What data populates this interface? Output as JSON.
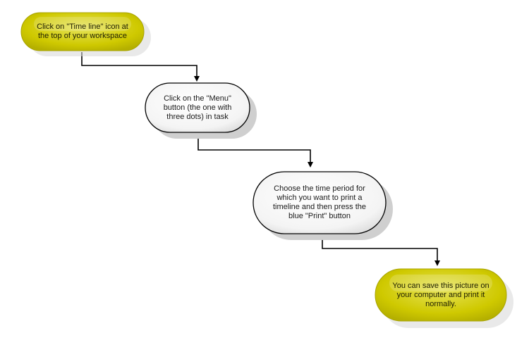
{
  "diagram": {
    "steps": [
      {
        "id": "step-1",
        "text": "Click on \"Time line\" icon at\nthe top of your workspace",
        "style": "yellow"
      },
      {
        "id": "step-2",
        "text": "Click on the \"Menu\"\nbutton (the one with\nthree dots) in task",
        "style": "white"
      },
      {
        "id": "step-3",
        "text": "Choose the time period for\nwhich you want to print a\ntimeline and then press the\nblue \"Print\" button",
        "style": "white"
      },
      {
        "id": "step-4",
        "text": "You can save this picture on\nyour computer and print it\nnormally.",
        "style": "yellow"
      }
    ],
    "colors": {
      "yellow_fill": "#c9c400",
      "yellow_highlight": "#e6e35a",
      "white_fill": "#ffffff",
      "white_shade": "#d9d9d9",
      "outline": "#000000",
      "connector": "#000000"
    }
  }
}
